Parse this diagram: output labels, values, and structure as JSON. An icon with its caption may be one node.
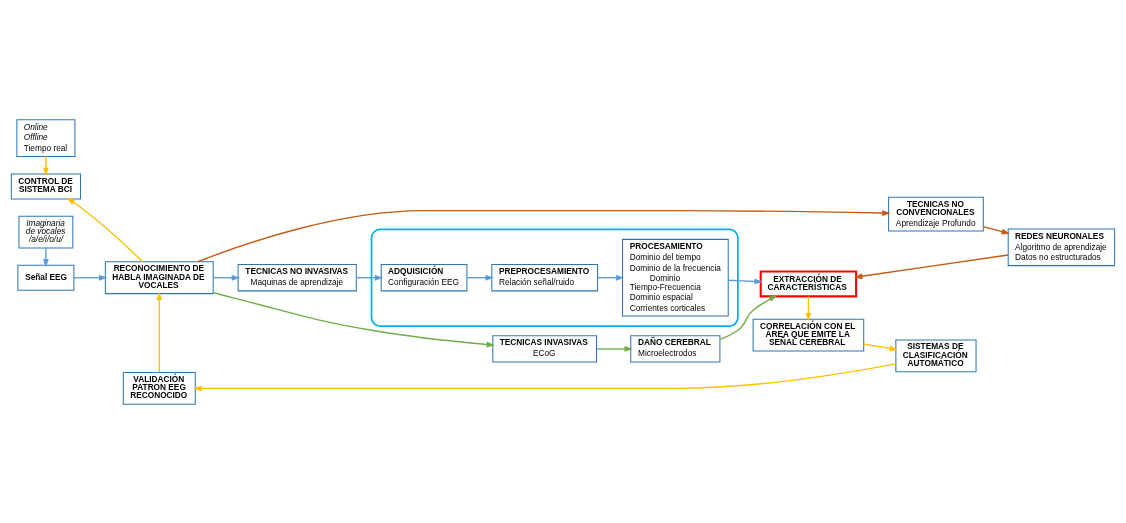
{
  "diagram": {
    "nodes": [
      {
        "text": [
          "Online",
          "Offline",
          "Tiempo real"
        ]
      },
      {
        "text": [
          "Imaginaria de vocales /a/e/i/o/u/"
        ]
      },
      {
        "text": [
          "CONTROL DE SISTEMA BCI"
        ]
      },
      {
        "text": [
          "Señal EEG"
        ]
      },
      {
        "text": [
          "RECONOCIMIENTO DE HABLA IMAGINADA DE VOCALES"
        ]
      },
      {
        "text": [
          "TECNICAS NO INVASIVAS",
          "Maquinas de aprendizaje"
        ]
      },
      {
        "text": [
          "TECNICAS INVASIVAS",
          "ECoG"
        ]
      },
      {
        "text": [
          "TECNICAS NO CONVENCIONALES",
          "Aprendizaje Profundo"
        ]
      },
      {
        "text": [],
        "shape": "box"
      },
      {
        "text": [
          "ADQUISICIÓN",
          "Configuración EEG"
        ],
        "in": 8
      },
      {
        "text": [
          "PREPROCESAMIENTO",
          "Relación señal/ruido"
        ],
        "in": 8
      },
      {
        "text": [
          "PROCESAMIENTO",
          "Dominio del tiempo",
          "Dominio de la frecuencia",
          "Dominio Tiempo-Frecuencia",
          "Dominio espacial",
          "Corrientes corticales"
        ],
        "in": 8
      },
      {
        "text": [
          "DAÑO CEREBRAL",
          "Microelectrodos"
        ]
      },
      {
        "text": [
          "REDES NEURONALES",
          "Algoritmo de aprendizaje",
          "Datos no estructurados"
        ]
      },
      {
        "text": [
          "EXTRACCIÓN DE CARACTERÍSTICAS"
        ]
      },
      {
        "text": [
          "VALIDACIÓN PATRON EEG RECONOCIDO"
        ]
      },
      {
        "text": [
          "SISTEMAS DE CLASIFICACIÓN AUTOMÁTICO"
        ]
      },
      {
        "text": [
          "CORRELACIÓN CON EL ÁREA QUE EMITE LA SEÑAL CEREBRAL"
        ]
      }
    ],
    "edges": [
      {
        "from": 0,
        "to": 2,
        "arrow": "to",
        "color": "#ffc000"
      },
      {
        "from": 1,
        "to": 3,
        "arrow": "to"
      },
      {
        "from": 3,
        "to": 4,
        "arrow": "to"
      },
      {
        "from": 4,
        "to": 2,
        "arrow": "to",
        "color": "#ffc000"
      },
      {
        "from": 4,
        "to": 5,
        "arrow": "to"
      },
      {
        "from": 4,
        "to": 6,
        "arrow": "to",
        "color": "#70ad47"
      },
      {
        "from": 4,
        "to": 7,
        "arrow": "to",
        "color": "#c55a11"
      },
      {
        "from": 5,
        "to": 9,
        "arrow": "to"
      },
      {
        "from": 9,
        "to": 10,
        "arrow": "to"
      },
      {
        "from": 10,
        "to": 11,
        "arrow": "to"
      },
      {
        "from": 11,
        "to": 14,
        "arrow": "to"
      },
      {
        "from": 6,
        "to": 12,
        "arrow": "to",
        "color": "#70ad47"
      },
      {
        "from": 12,
        "to": 14,
        "arrow": "to",
        "color": "#70ad47"
      },
      {
        "from": 7,
        "to": 13,
        "arrow": "to",
        "color": "#c55a11"
      },
      {
        "from": 13,
        "to": 14,
        "arrow": "to",
        "color": "#c55a11"
      },
      {
        "from": 14,
        "to": 17,
        "arrow": "to",
        "color": "#ffc000"
      },
      {
        "from": 17,
        "to": 16,
        "arrow": "to",
        "color": "#ffc000"
      },
      {
        "from": 16,
        "to": 15,
        "arrow": "to",
        "color": "#ffc000"
      },
      {
        "from": 15,
        "to": 4,
        "arrow": "to",
        "color": "#ffc000"
      }
    ]
  }
}
